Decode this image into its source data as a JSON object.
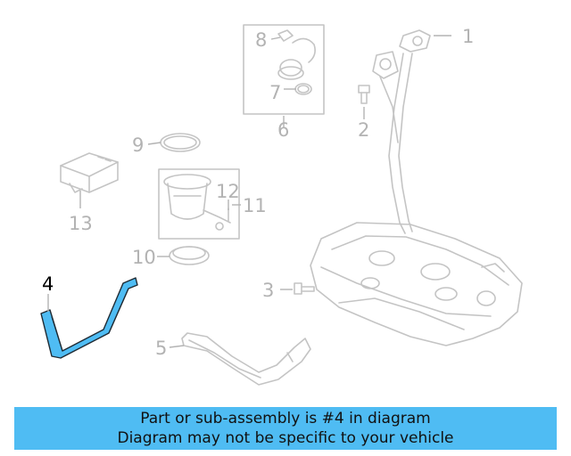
{
  "diagram": {
    "highlight_color": "#4fbcf3",
    "callouts": [
      {
        "id": "c1",
        "text": "1"
      },
      {
        "id": "c2",
        "text": "2"
      },
      {
        "id": "c3",
        "text": "3"
      },
      {
        "id": "c4",
        "text": "4",
        "highlighted": true
      },
      {
        "id": "c5",
        "text": "5"
      },
      {
        "id": "c6",
        "text": "6"
      },
      {
        "id": "c7",
        "text": "7"
      },
      {
        "id": "c8",
        "text": "8"
      },
      {
        "id": "c9",
        "text": "9"
      },
      {
        "id": "c10",
        "text": "10"
      },
      {
        "id": "c11",
        "text": "11"
      },
      {
        "id": "c12",
        "text": "12"
      },
      {
        "id": "c13",
        "text": "13"
      }
    ]
  },
  "banner": {
    "line1": "Part or sub-assembly is #4 in diagram",
    "line2": "Diagram may not be specific to your vehicle",
    "background": "#4fbcf3"
  }
}
